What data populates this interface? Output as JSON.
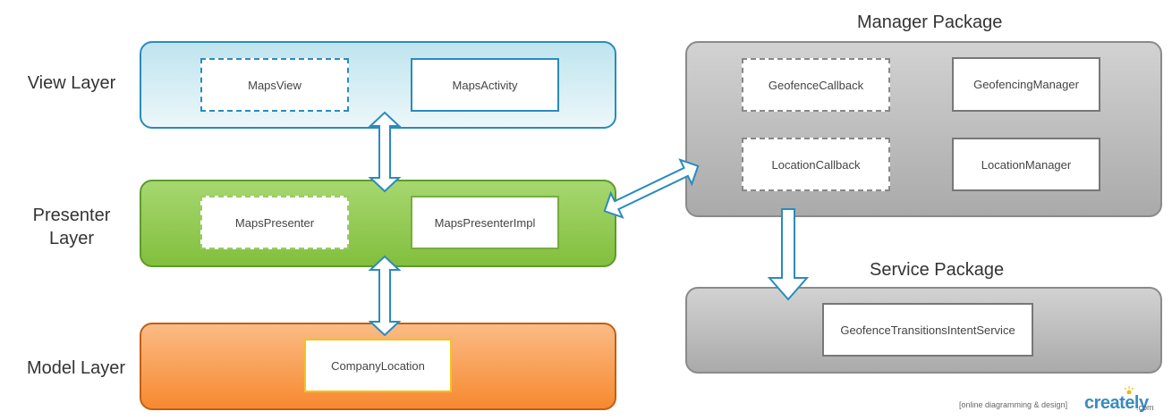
{
  "layers": {
    "view": "View Layer",
    "presenter": "Presenter Layer",
    "model": "Model Layer"
  },
  "view_layer": {
    "maps_view": "MapsView",
    "maps_activity": "MapsActivity"
  },
  "presenter_layer": {
    "maps_presenter": "MapsPresenter",
    "maps_presenter_impl": "MapsPresenterImpl"
  },
  "model_layer": {
    "company_location": "CompanyLocation"
  },
  "manager_package": {
    "title": "Manager Package",
    "geofence_callback": "GeofenceCallback",
    "geofencing_manager": "GeofencingManager",
    "location_callback": "LocationCallback",
    "location_manager": "LocationManager"
  },
  "service_package": {
    "title": "Service Package",
    "geofence_transitions_intent_service": "GeofenceTransitionsIntentService"
  },
  "footer": {
    "note": "[online diagramming & design]",
    "brand": "creately",
    "brand_suffix": ".com"
  },
  "colors": {
    "view_border": "#2a8bbd",
    "presenter_border": "#5e9a2c",
    "model_border": "#c25f14",
    "package_border": "#8a8a8a",
    "arrow_stroke": "#2a8bbd"
  }
}
